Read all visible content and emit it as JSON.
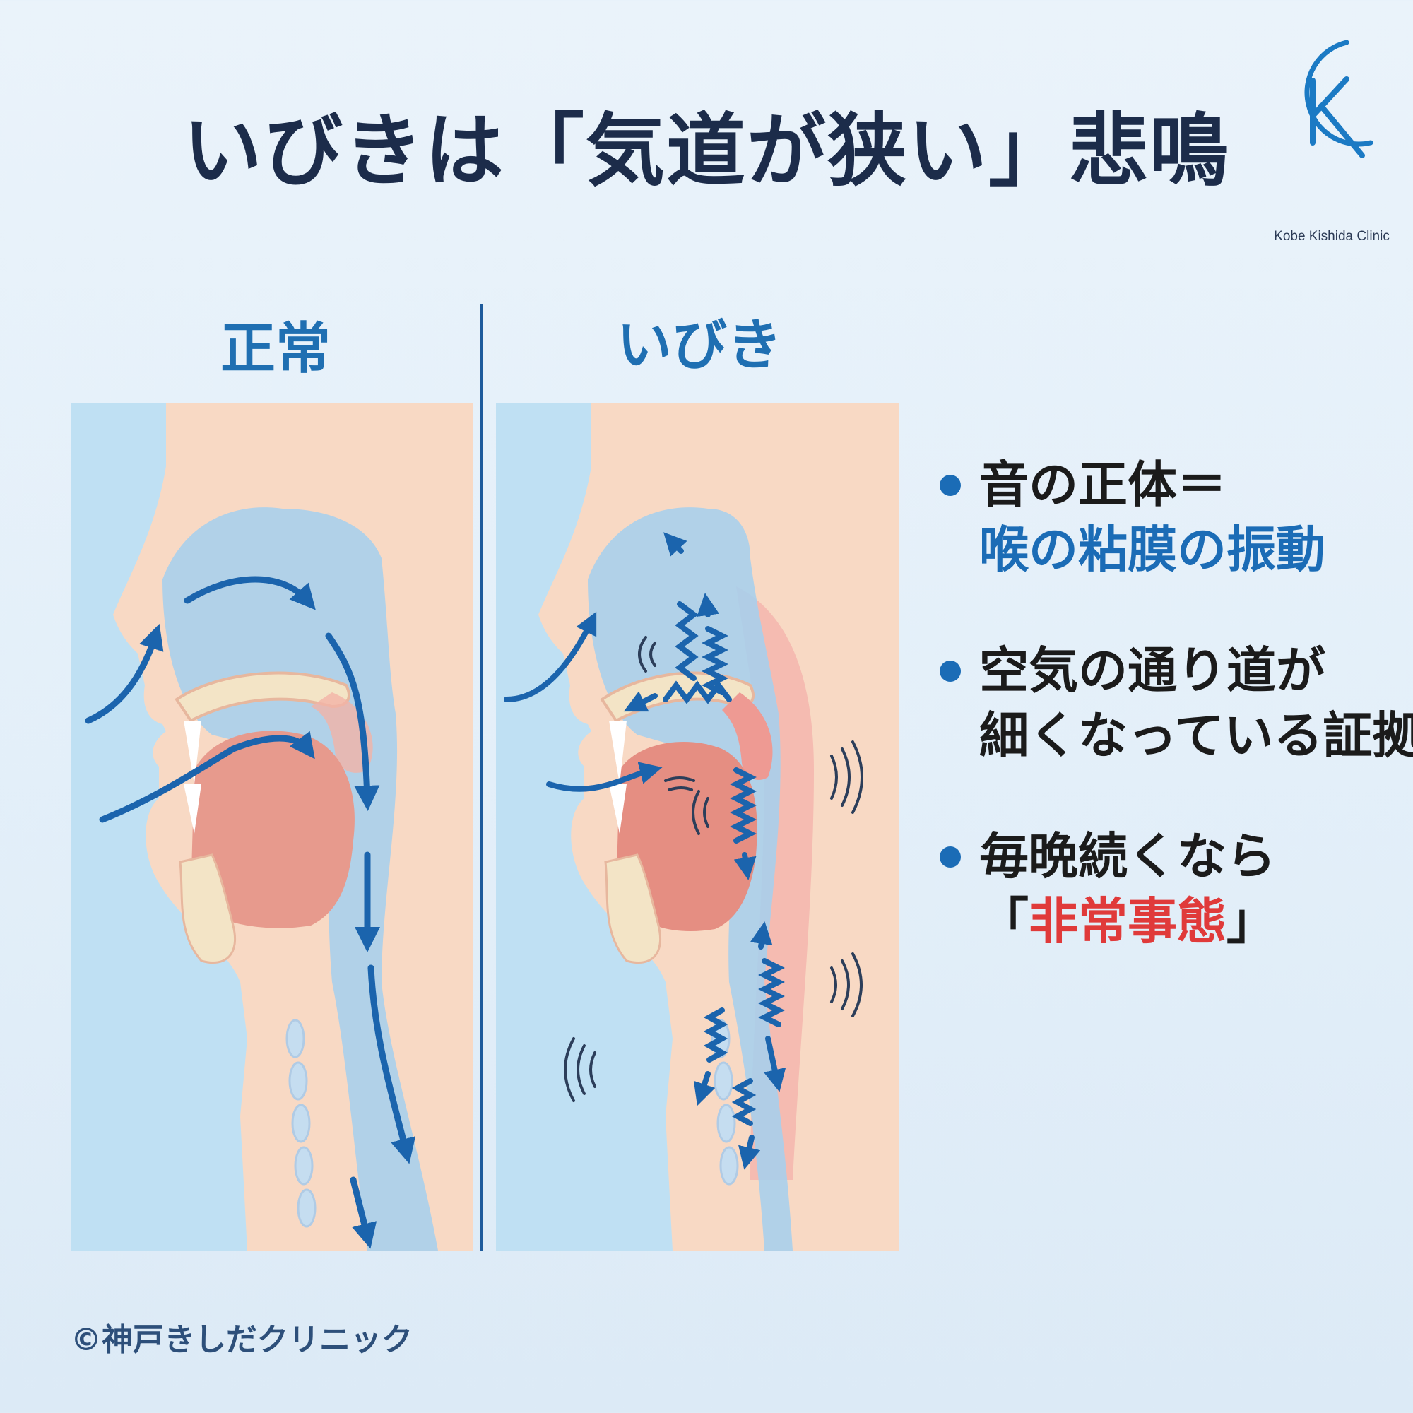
{
  "title": "いびきは「気道が狭い」悲鳴",
  "logo": {
    "text": "Kobe Kishida Clinic",
    "icon": "k-circle-logo",
    "color": "#1b7ac4"
  },
  "panels": {
    "left_label": "正常",
    "right_label": "いびき"
  },
  "bullets": {
    "b1_line1": "音の正体＝",
    "b1_line2": "喉の粘膜の振動",
    "b2_line1": "空気の通り道が",
    "b2_line2": "細くなっている証拠",
    "b3_line1": "毎晩続くなら",
    "b3_open": "「",
    "b3_red": "非常事態",
    "b3_close": "」"
  },
  "copyright": "©神戸きしだクリニック",
  "colors": {
    "title": "#1c2c4a",
    "accent_blue": "#1b6cb6",
    "alert_red": "#e03a3a",
    "skin": "#f8d9c4",
    "airway": "#bcd9f0"
  }
}
